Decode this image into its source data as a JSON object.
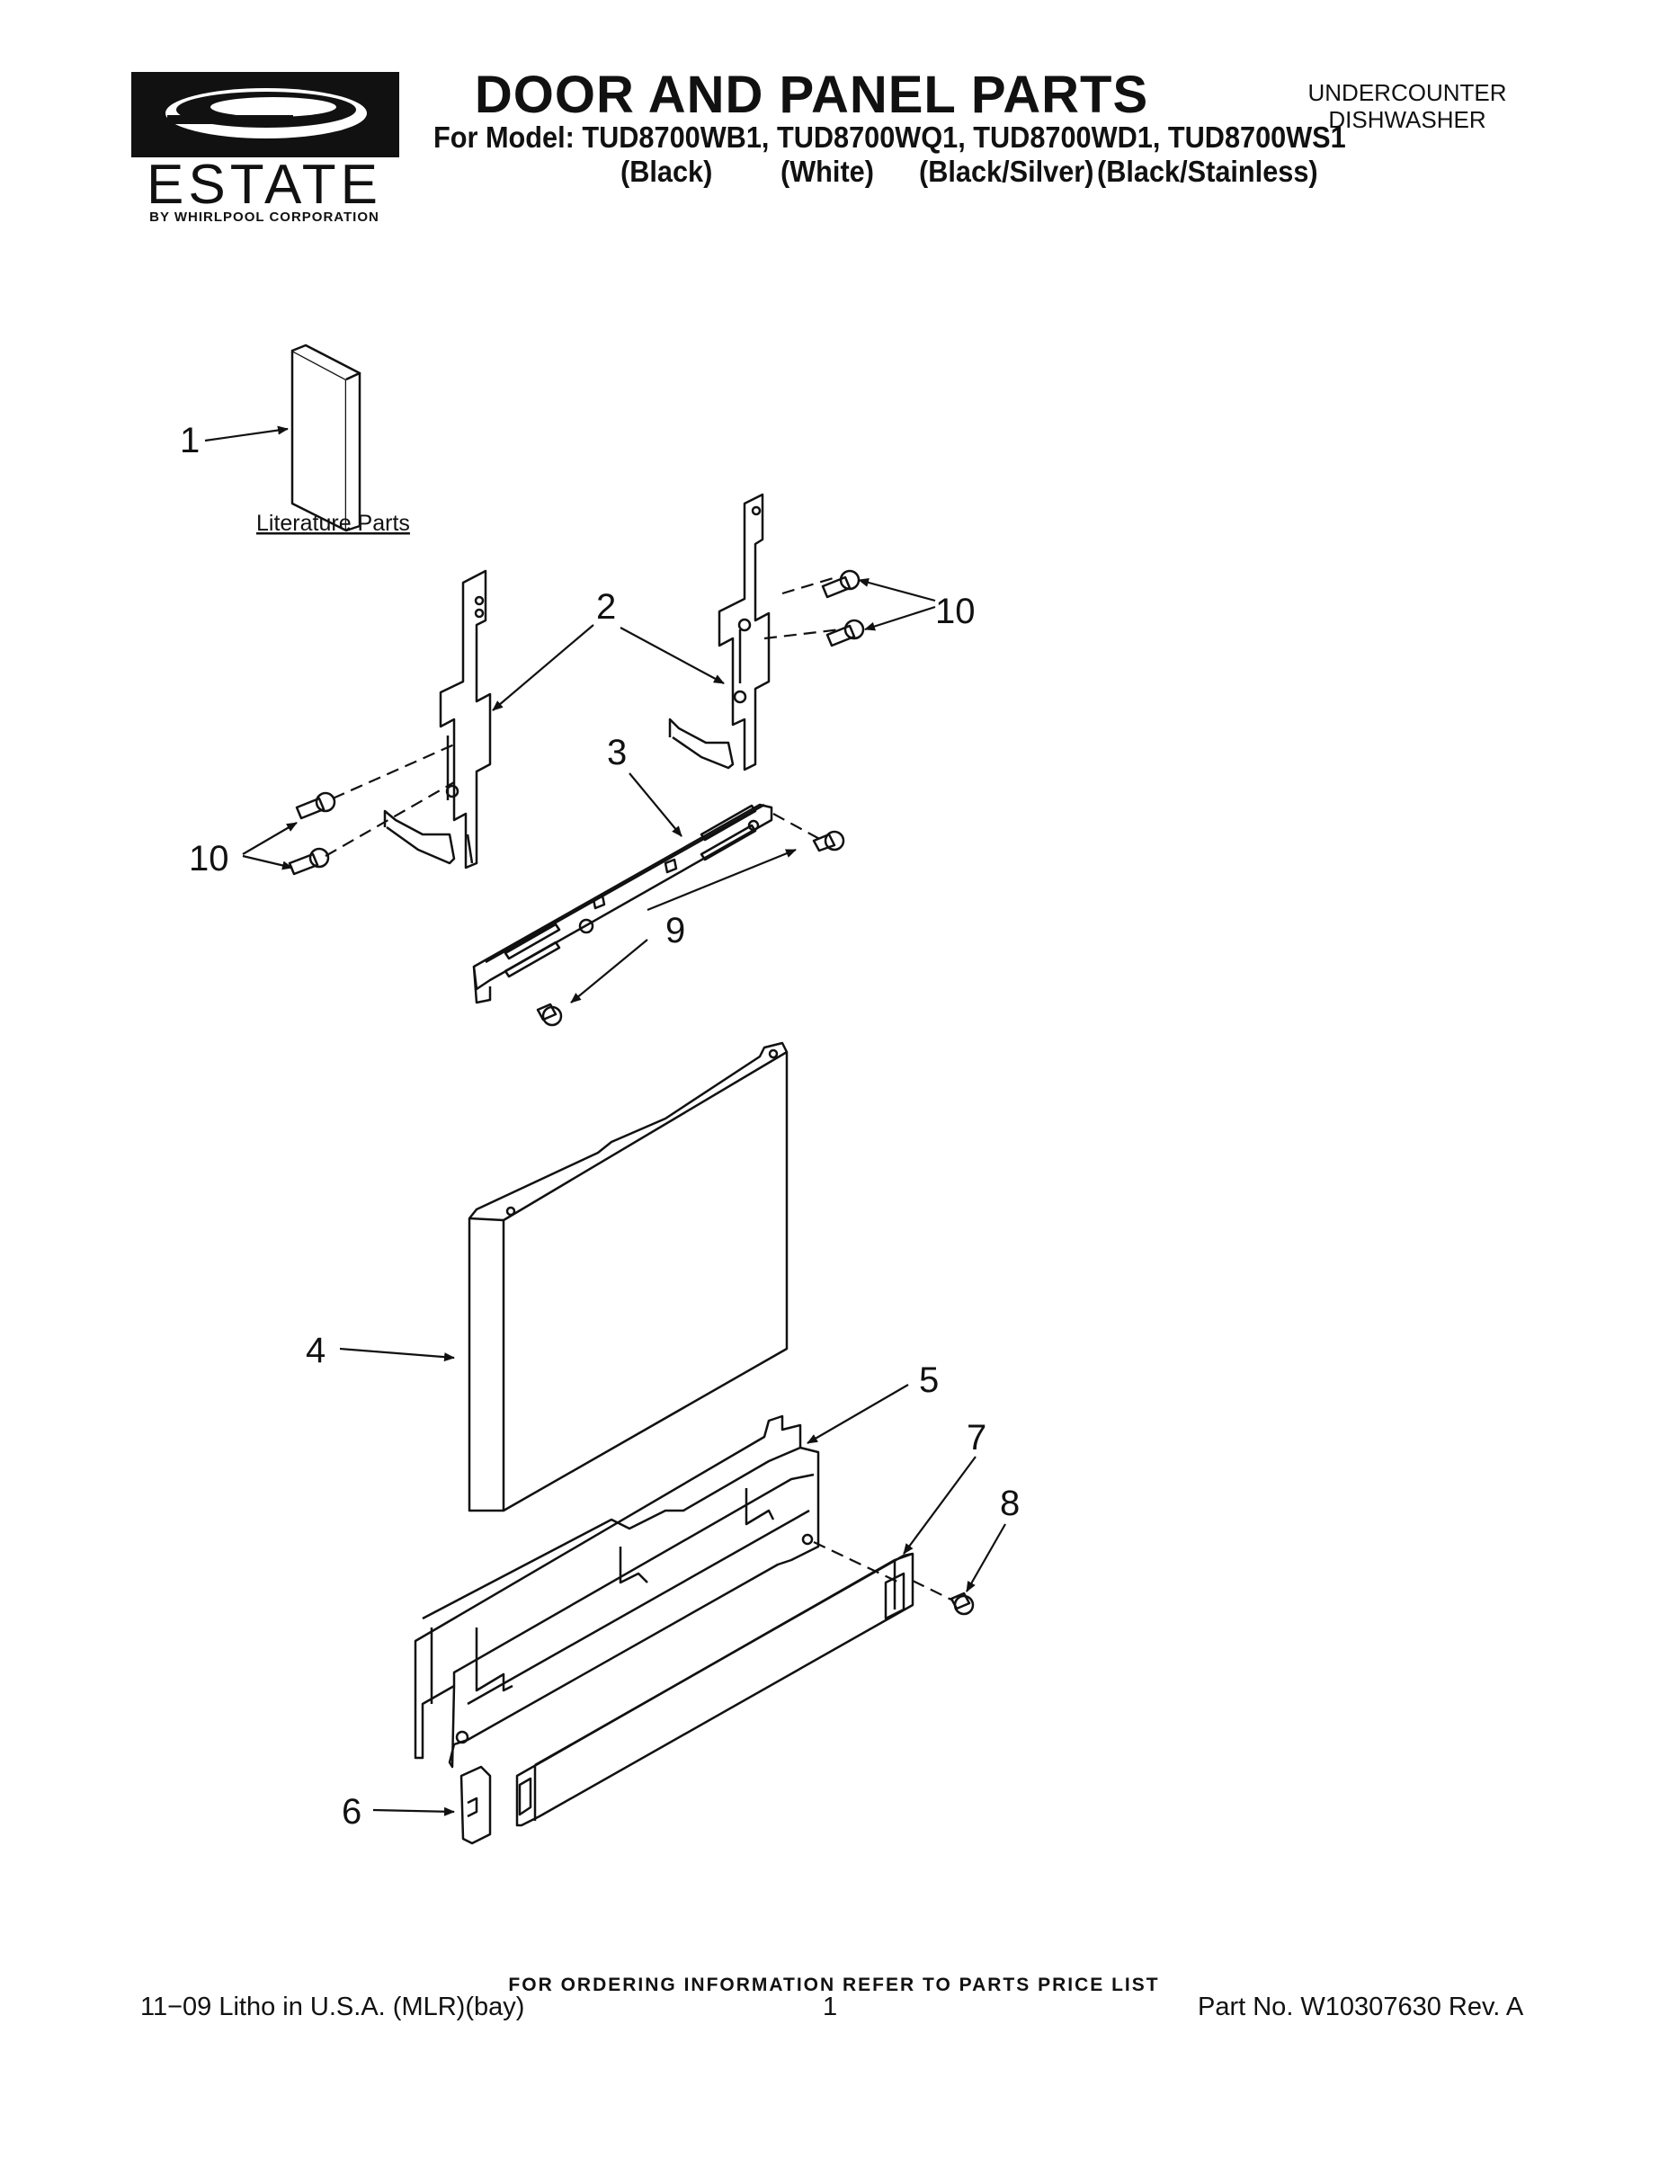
{
  "brand": {
    "logo_text": "ESTATE",
    "logo_subtext": "BY WHIRLPOOL CORPORATION"
  },
  "header": {
    "title": "DOOR AND PANEL PARTS",
    "model_line": "For Model: TUD8700WB1, TUD8700WQ1, TUD8700WD1, TUD8700WS1",
    "colors": [
      "(Black)",
      "(White)",
      "(Black/Silver)",
      "(Black/Stainless)"
    ],
    "appliance_type_line1": "UNDERCOUNTER",
    "appliance_type_line2": "DISHWASHER"
  },
  "diagram": {
    "literature_label": "Literature Parts",
    "callouts": {
      "c1": "1",
      "c2": "2",
      "c3": "3",
      "c4": "4",
      "c5": "5",
      "c6": "6",
      "c7": "7",
      "c8": "8",
      "c9": "9",
      "c10a": "10",
      "c10b": "10"
    }
  },
  "footer": {
    "ordering_note": "FOR ORDERING INFORMATION REFER TO PARTS PRICE LIST",
    "litho": "11−09 Litho in U.S.A. (MLR)(bay)",
    "page_number": "1",
    "part_number": "Part No. W10307630 Rev. A"
  }
}
